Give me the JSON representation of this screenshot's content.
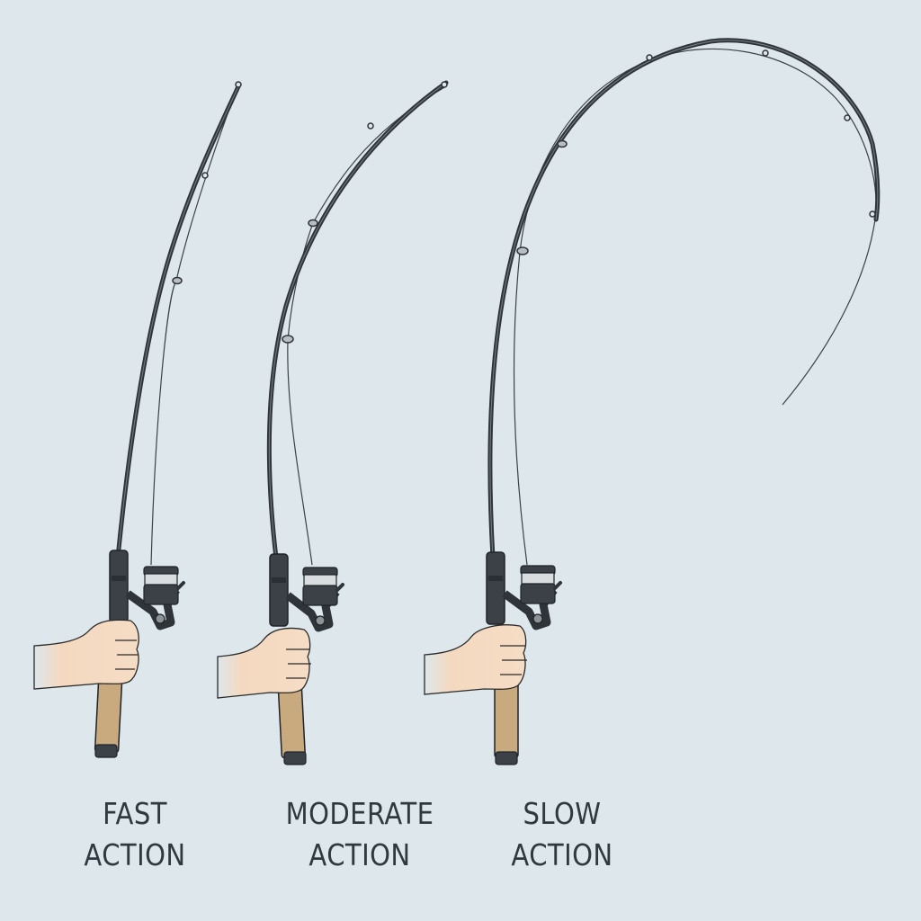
{
  "colors": {
    "background": "#dde7ec",
    "rod": "#2e3438",
    "line": "#3a4248",
    "handle_cork": "#c9a97e",
    "skin": "#f4d9c0",
    "reel_body": "#3b4146",
    "reel_spool": "#d9dde0",
    "label_text": "#2f3a40"
  },
  "rods": [
    {
      "id": "fast",
      "label_line1": "FAST",
      "label_line2": "ACTION",
      "icon": "fishing-rod-fast-action-icon"
    },
    {
      "id": "moderate",
      "label_line1": "MODERATE",
      "label_line2": "ACTION",
      "icon": "fishing-rod-moderate-action-icon"
    },
    {
      "id": "slow",
      "label_line1": "SLOW",
      "label_line2": "ACTION",
      "icon": "fishing-rod-slow-action-icon"
    }
  ]
}
